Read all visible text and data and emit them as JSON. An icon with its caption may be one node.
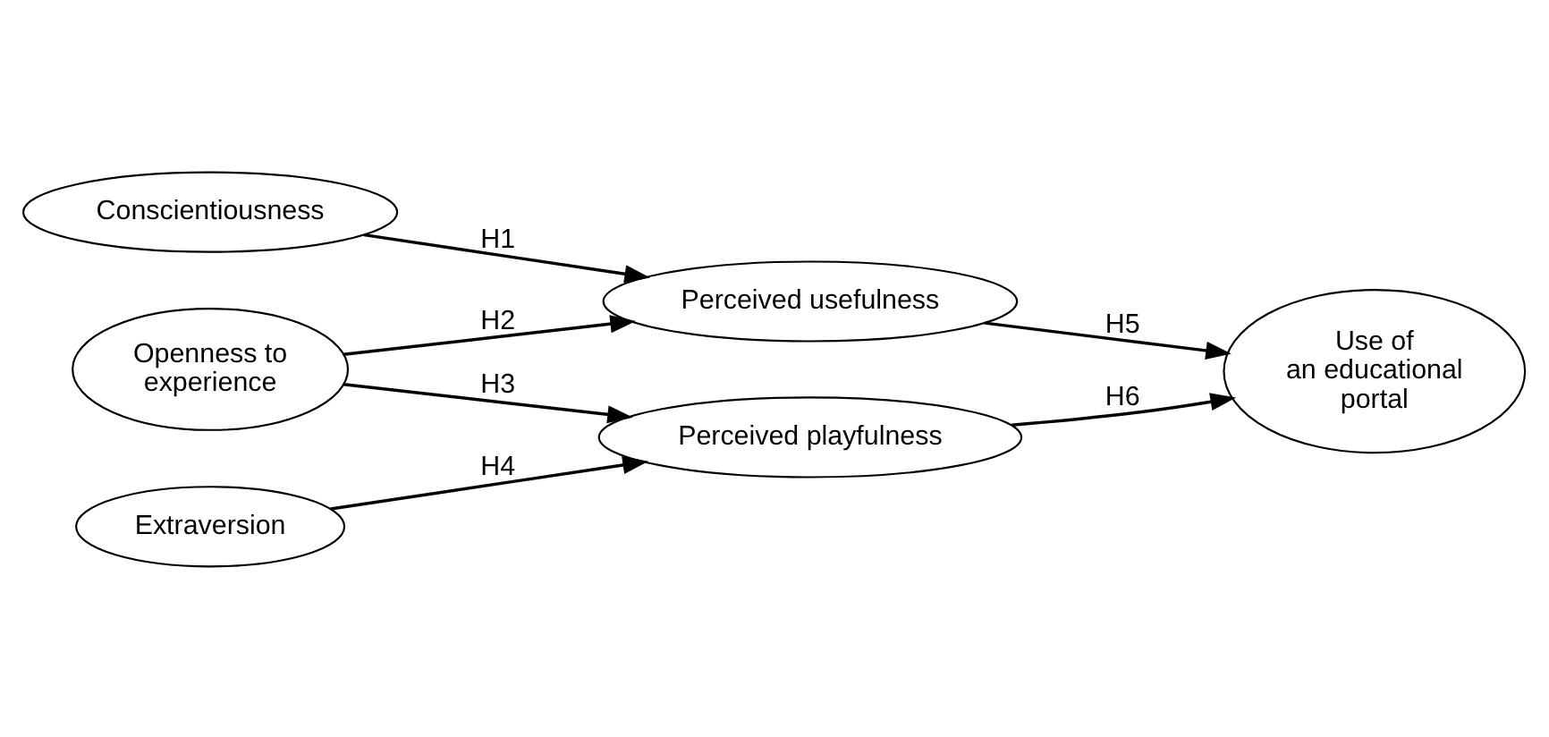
{
  "diagram": {
    "nodes": [
      {
        "text": [
          "Conscientiousness"
        ]
      },
      {
        "text": [
          "Openness to experience"
        ]
      },
      {
        "text": [
          "Extraversion"
        ]
      },
      {
        "text": [
          "Perceived usefulness"
        ]
      },
      {
        "text": [
          "Perceived playfulness"
        ]
      },
      {
        "text": [
          "Use of an educational portal"
        ]
      }
    ],
    "edges": [
      {
        "from": 0,
        "to": 3,
        "arrow": "to",
        "label": "H1"
      },
      {
        "from": 1,
        "to": 3,
        "arrow": "to",
        "label": "H2"
      },
      {
        "from": 1,
        "to": 4,
        "arrow": "to",
        "label": "H3"
      },
      {
        "from": 2,
        "to": 4,
        "arrow": "to",
        "label": "H4"
      },
      {
        "from": 3,
        "to": 5,
        "arrow": "to",
        "label": "H5"
      },
      {
        "from": 4,
        "to": 5,
        "arrow": "to",
        "label": "H6"
      }
    ]
  }
}
